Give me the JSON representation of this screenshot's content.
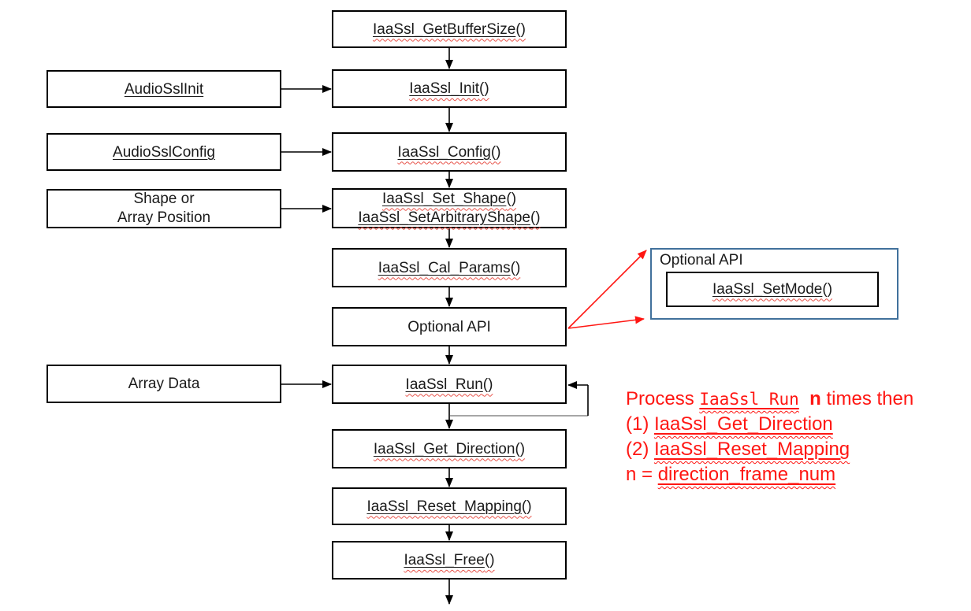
{
  "flow": {
    "boxes": [
      {
        "name": "IaaSsl_GetBufferSize",
        "suffix": "()"
      },
      {
        "name": "IaaSsl_Init",
        "suffix": "()"
      },
      {
        "name": "IaaSsl_Config",
        "suffix": "()"
      },
      {
        "line1_name": "IaaSsl_Set_Shape",
        "line1_suffix": "()",
        "line2_name": "IaaSsl_SetArbitraryShape",
        "line2_suffix": "()"
      },
      {
        "name": "IaaSsl_Cal_Params",
        "suffix": "()"
      },
      {
        "label": "Optional API"
      },
      {
        "name": "IaaSsl_Run",
        "suffix": "()"
      },
      {
        "name": "IaaSsl_Get_Direction",
        "suffix": "()"
      },
      {
        "name": "IaaSsl_Reset_Mapping",
        "suffix": "()"
      },
      {
        "name": "IaaSsl_Free",
        "suffix": "()"
      }
    ],
    "inputs": [
      {
        "label": "AudioSslInit"
      },
      {
        "label": "AudioSslConfig"
      },
      {
        "line1": "Shape or",
        "line2": "Array Position"
      },
      {
        "label": "Array Data"
      }
    ],
    "optional_panel": {
      "title": "Optional API",
      "box_name": "IaaSsl_SetMode",
      "box_suffix": "()"
    },
    "note": {
      "line1_prefix": "Process ",
      "line1_code": "IaaSsl_Run",
      "line1_bold": "n",
      "line1_rest": " times then",
      "line2_prefix": "(1) ",
      "line2_link": "IaaSsl_Get_Direction",
      "line3_prefix": "(2) ",
      "line3_link": "IaaSsl_Reset_Mapping",
      "line4_prefix": "n = ",
      "line4_link": "direction_frame_num"
    },
    "colors": {
      "panel_border_blue": "#41719C",
      "note_red": "#FF1612",
      "spellcheck_red": "#E8534A",
      "box_border_black": "#000000"
    }
  }
}
